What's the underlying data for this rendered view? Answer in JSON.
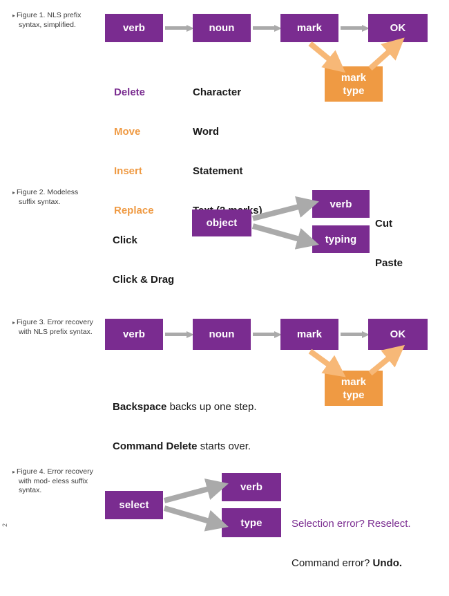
{
  "page": {
    "page_number": "2",
    "background": "#ffffff",
    "colors": {
      "purple": "#7a2c90",
      "orange": "#ef9a43",
      "gray_arrow": "#aaaaaa",
      "black_text": "#1a1a1a"
    }
  },
  "figures": [
    {
      "id": "figure-1",
      "caption_marker": "▸",
      "caption_line1": "Figure 1. NLS prefix",
      "caption_line2": "syntax, simplified.",
      "boxes": [
        {
          "label": "verb",
          "color": "purple"
        },
        {
          "label": "noun",
          "color": "purple"
        },
        {
          "label": "mark",
          "color": "purple"
        },
        {
          "label": "OK",
          "color": "purple"
        },
        {
          "label_line1": "mark",
          "label_line2": "type",
          "color": "orange"
        }
      ],
      "verb_list": [
        "Delete",
        "Move",
        "Insert",
        "Replace"
      ],
      "verb_list_colors": [
        "purple",
        "orange",
        "orange",
        "orange"
      ],
      "noun_list": [
        "Character",
        "Word",
        "Statement",
        "Text (2 marks)"
      ]
    },
    {
      "id": "figure-2",
      "caption_marker": "▸",
      "caption_line1": "Figure 2. Modeless",
      "caption_line2": "suffix syntax.",
      "left_list": [
        "Click",
        "Click & Drag"
      ],
      "boxes": [
        {
          "label": "object",
          "color": "purple"
        },
        {
          "label": "verb",
          "color": "purple"
        },
        {
          "label": "typing",
          "color": "purple"
        }
      ],
      "right_list": [
        "Cut",
        "Paste"
      ]
    },
    {
      "id": "figure-3",
      "caption_marker": "▸",
      "caption_line1": "Figure 3. Error",
      "caption_line2": "recovery with NLS",
      "caption_line3": "prefix syntax.",
      "boxes": [
        {
          "label": "verb",
          "color": "purple"
        },
        {
          "label": "noun",
          "color": "purple"
        },
        {
          "label": "mark",
          "color": "purple"
        },
        {
          "label": "OK",
          "color": "purple"
        },
        {
          "label_line1": "mark",
          "label_line2": "type",
          "color": "orange"
        }
      ],
      "note_line1_bold": "Backspace",
      "note_line1_rest": " backs up one step.",
      "note_line2_bold": "Command Delete",
      "note_line2_rest": " starts over."
    },
    {
      "id": "figure-4",
      "caption_marker": "▸",
      "caption_line1": "Figure 4. Error",
      "caption_line2": "recovery with mod-",
      "caption_line3": "eless suffix syntax.",
      "boxes": [
        {
          "label": "select",
          "color": "purple"
        },
        {
          "label": "verb",
          "color": "purple"
        },
        {
          "label": "type",
          "color": "purple"
        }
      ],
      "note_line1": "Selection error? Reselect.",
      "note_line2_rest": "Command error? ",
      "note_line2_bold": "Undo."
    }
  ]
}
